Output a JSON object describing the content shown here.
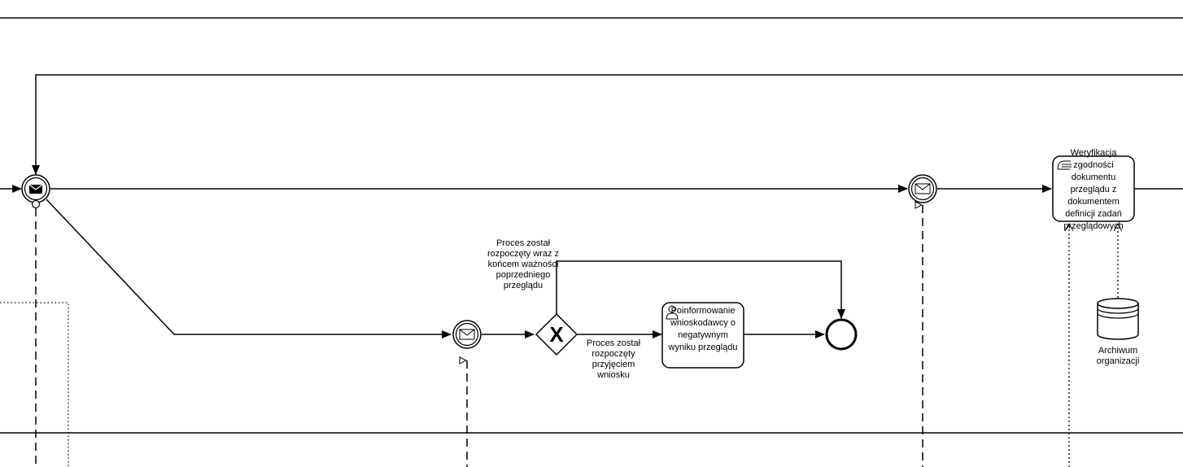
{
  "gateway": {
    "symbol": "X",
    "flow_top_label": "Proces został rozpoczęty wraz z końcem ważności poprzedniego przeglądu",
    "flow_right_label": "Proces został rozpoczęty przyjęciem wniosku"
  },
  "tasks": {
    "inform": {
      "label": "Poinformowanie wnioskodawcy o negatywnym wyniku przeglądu",
      "icon": "user-icon"
    },
    "verify": {
      "label": "Weryfikacja zgodności dokumentu przeglądu z dokumentem definicji zadań przeglądowych",
      "icon": "manual-hand-icon"
    }
  },
  "datastore": {
    "label": "Archiwum organizacji"
  },
  "colors": {
    "stroke": "#000000",
    "background": "#ffffff"
  }
}
